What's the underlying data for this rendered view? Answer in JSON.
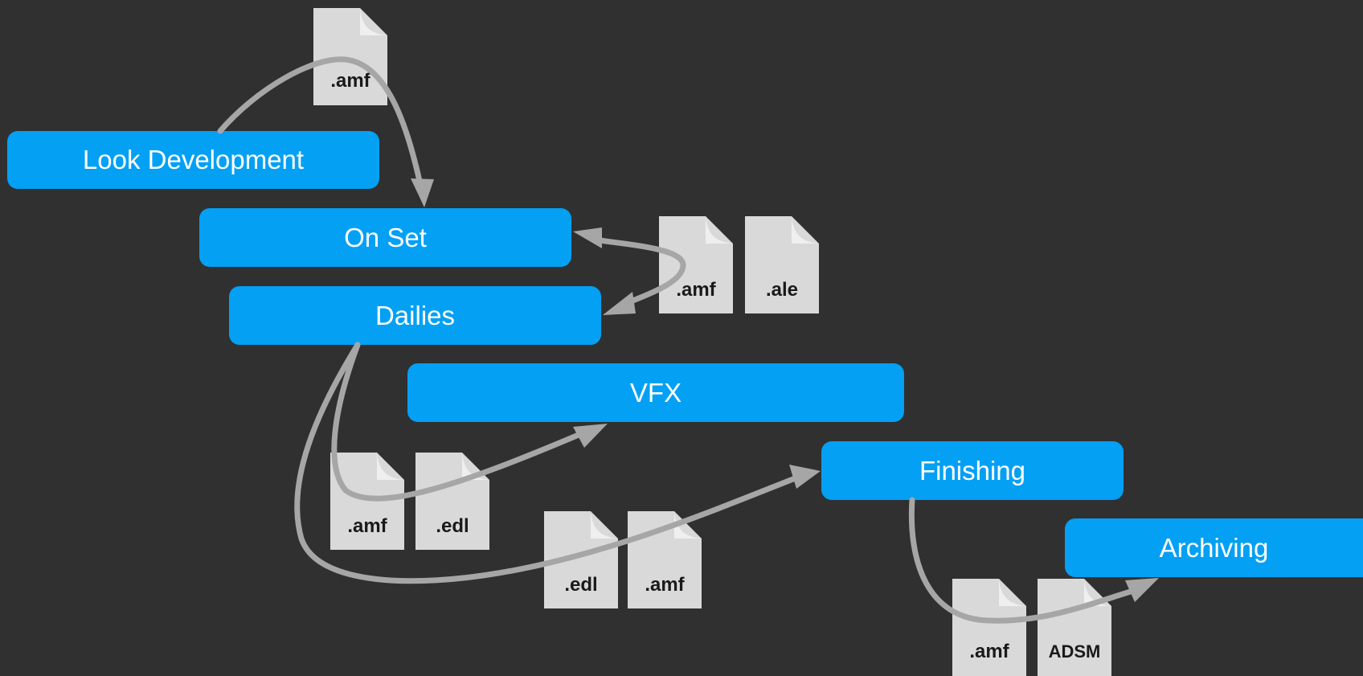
{
  "colors": {
    "background": "#303030",
    "stage": "#03a0f4",
    "stage_text": "#ffffff",
    "file": "#d9d9d9",
    "file_fold": "#efefef",
    "arrow": "#a6a6a6"
  },
  "stages": {
    "look_development": "Look Development",
    "on_set": "On Set",
    "dailies": "Dailies",
    "vfx": "VFX",
    "finishing": "Finishing",
    "archiving": "Archiving"
  },
  "files": {
    "look_dev_amf": ".amf",
    "onset_amf": ".amf",
    "onset_ale": ".ale",
    "vfx_amf": ".amf",
    "vfx_edl": ".edl",
    "finishing_edl": ".edl",
    "finishing_amf": ".amf",
    "archive_amf": ".amf",
    "archive_adsm": "ADSM"
  }
}
